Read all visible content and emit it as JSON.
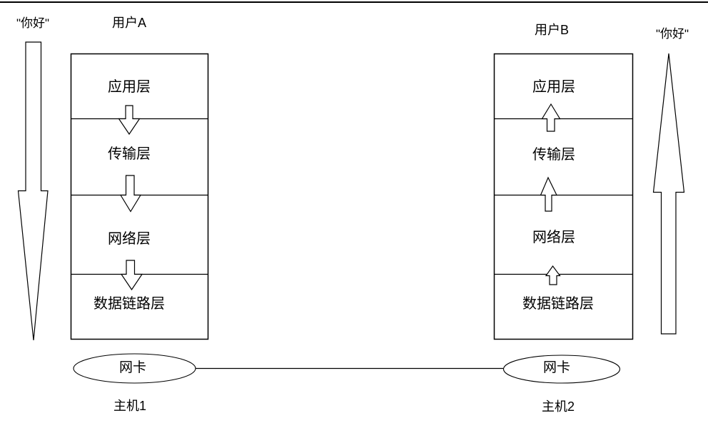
{
  "diagram": {
    "left_host": {
      "message": "\"你好\"",
      "user": "用户A",
      "layers": [
        "应用层",
        "传输层",
        "网络层",
        "数据链路层"
      ],
      "nic": "网卡",
      "host": "主机1"
    },
    "right_host": {
      "message": "\"你好\"",
      "user": "用户B",
      "layers": [
        "应用层",
        "传输层",
        "网络层",
        "数据链路层"
      ],
      "nic": "网卡",
      "host": "主机2"
    },
    "colors": {
      "stroke": "#000000",
      "background": "#ffffff"
    }
  }
}
